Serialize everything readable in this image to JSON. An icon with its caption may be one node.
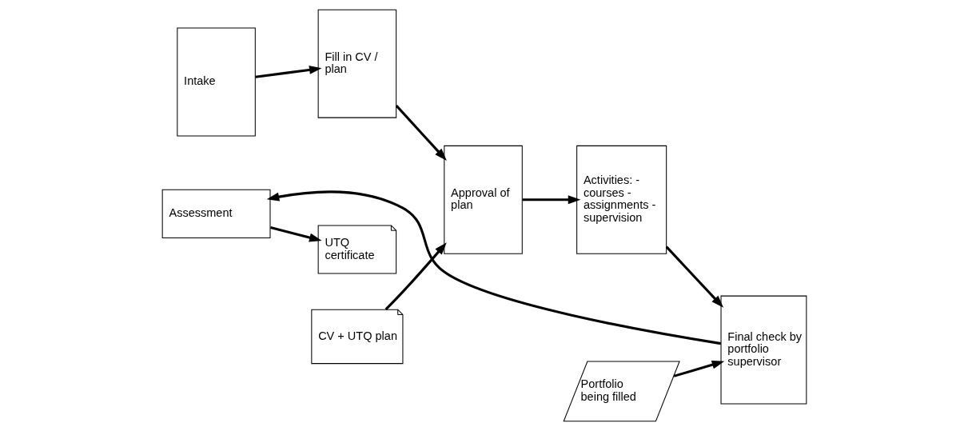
{
  "diagram": {
    "nodes": [
      {
        "text": [
          "Intake"
        ]
      },
      {
        "text": [
          "Fill in CV / plan"
        ]
      },
      {
        "text": [
          "Approval of plan"
        ]
      },
      {
        "text": [
          "Activities: - courses - assignments - supervision"
        ]
      },
      {
        "text": [
          "Final check by portfolio supervisor"
        ]
      },
      {
        "text": [
          "CV + UTQ plan"
        ]
      },
      {
        "text": [
          "Portfolio being filled"
        ]
      },
      {
        "text": [
          "Assessment"
        ]
      },
      {
        "text": [
          "UTQ certificate"
        ]
      }
    ],
    "edges": [
      {
        "from": 0,
        "to": 1,
        "arrow": "to"
      },
      {
        "from": 1,
        "to": 2,
        "arrow": "to"
      },
      {
        "from": 2,
        "to": 3,
        "arrow": "to"
      },
      {
        "from": 3,
        "to": 4,
        "arrow": "to"
      },
      {
        "from": 5,
        "to": 2,
        "arrow": "to"
      },
      {
        "from": 6,
        "to": 4,
        "arrow": "to"
      },
      {
        "from": 4,
        "to": 7,
        "arrow": "to"
      },
      {
        "from": 7,
        "to": 8,
        "arrow": "to"
      }
    ]
  }
}
